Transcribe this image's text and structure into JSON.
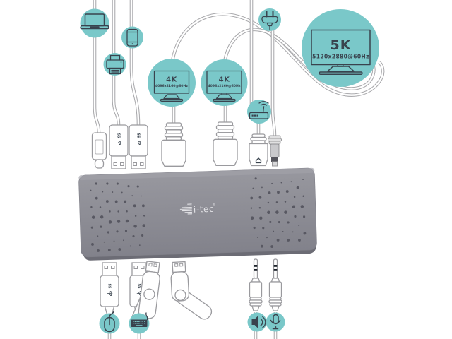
{
  "brand": {
    "logo_text": "i-tec",
    "logo_mark": "®"
  },
  "usb": {
    "logo_text": "SS"
  },
  "monitors": {
    "left4k": {
      "title": "4K",
      "resolution": "4096x2160@60Hz"
    },
    "right4k": {
      "title": "4K",
      "resolution": "4096x2160@60Hz"
    },
    "main5k": {
      "title": "5K",
      "resolution": "5120x2880@60Hz"
    }
  },
  "icons": {
    "top": [
      "laptop",
      "smartphone",
      "printer",
      "power-plug",
      "wifi-router"
    ],
    "bottom": [
      "mouse",
      "keyboard",
      "speaker",
      "microphone",
      "usb-flash-drive"
    ]
  },
  "colors": {
    "teal": "#7ac8c9",
    "ink": "#39434e",
    "cable": "#a9a9ac",
    "dock_body": "#8b8b93",
    "dock_shadow": "#6c6c75",
    "vent_dot": "#585862",
    "logo": "#e2e2e6"
  }
}
